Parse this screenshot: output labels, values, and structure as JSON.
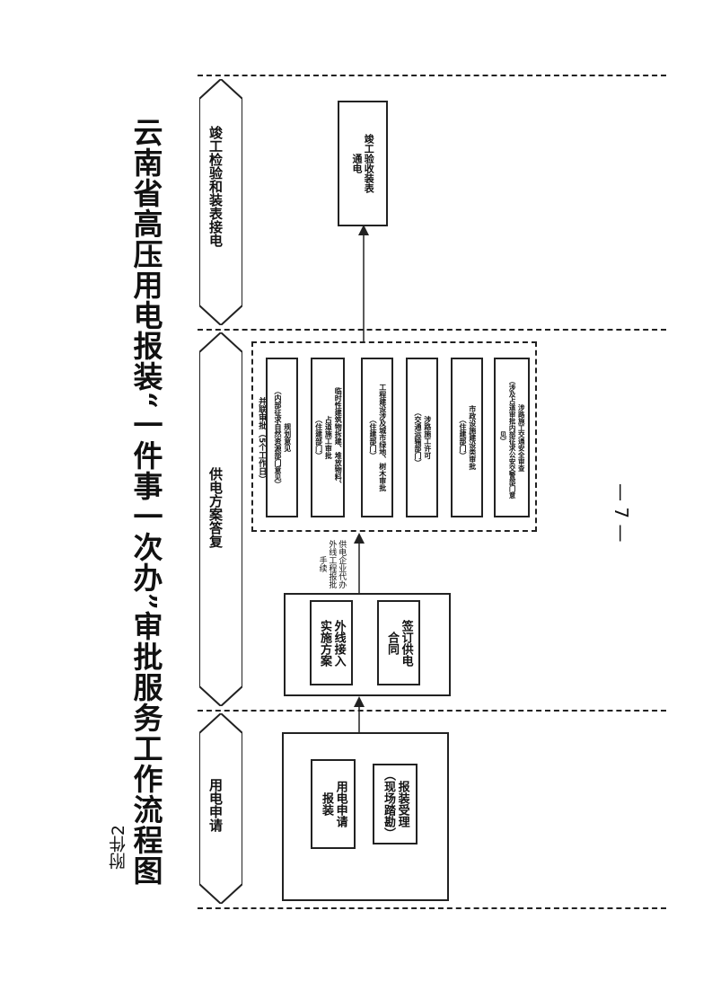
{
  "attachment": "附件2",
  "title": "云南省高压用电报装“一件事一次办”审批服务工作流程图",
  "page_number": "— 7 —",
  "phases": {
    "apply": "用电申请",
    "plan": "供电方案答复",
    "acceptance": "竣工检验和装表接电"
  },
  "apply_steps": {
    "step1": "用电申请\n报装",
    "step2": "报装受理\n（现场踏勘）"
  },
  "plan_steps": {
    "step1": "外线接入\n实施方案",
    "step2": "签订供电\n合同"
  },
  "connector_note": "供电企业代办\n外线工程报批\n手续",
  "parallel": {
    "header": "并联审批（5个工作日）",
    "items": [
      "规划意见\n（内部征求自然资源部门意见）",
      "临时性建筑物拆建、堆放物料、\n占道施工审批\n（住建部门）",
      "工程建设涉及城市绿地、树木审批\n（住建部门）",
      "涉路施工许可\n（交通运输部门）",
      "市政设施建设类审批\n（住建部门）",
      "涉路施工交通安全审查\n（涉及占道审批内部征求公安交警部门意\n见）"
    ]
  },
  "final_step": "竣工验收装表\n通电"
}
